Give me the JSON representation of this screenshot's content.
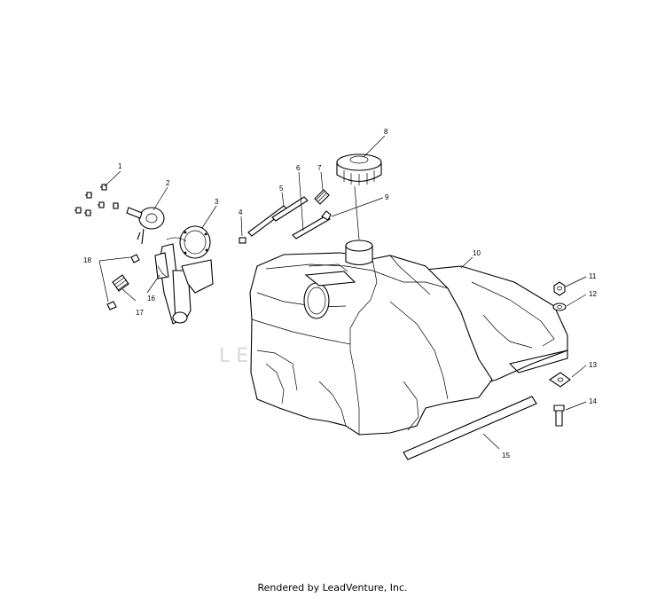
{
  "callouts": {
    "c1": "1",
    "c2": "2",
    "c3": "3",
    "c4": "4",
    "c5": "5",
    "c6": "6",
    "c7": "7",
    "c8": "8",
    "c9": "9",
    "c10": "10",
    "c11": "11",
    "c12": "12",
    "c13": "13",
    "c14": "14",
    "c15": "15",
    "c16": "16",
    "c17": "17",
    "c18": "18"
  },
  "watermark": "LEADVENTURE",
  "footer": "Rendered by LeadVenture, Inc."
}
